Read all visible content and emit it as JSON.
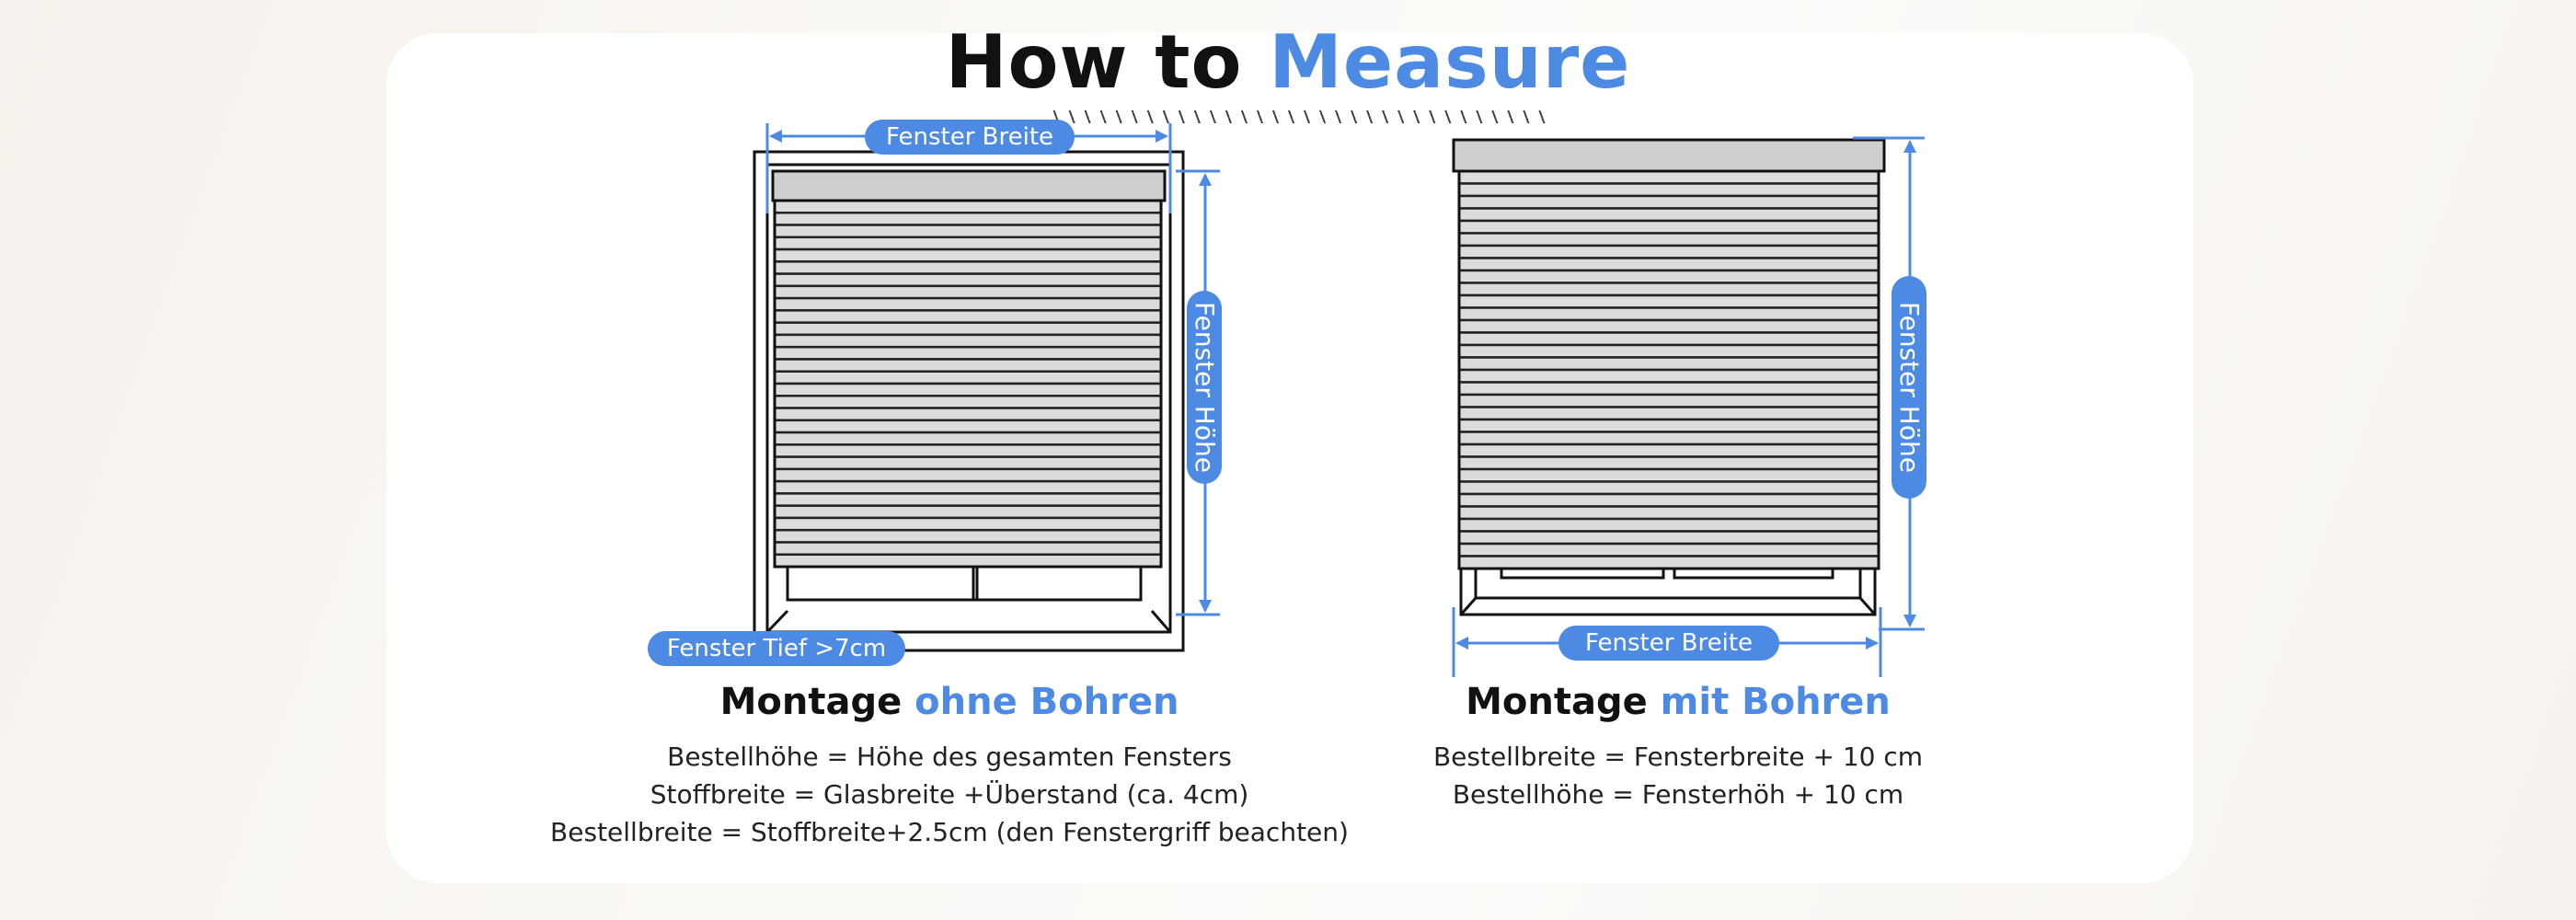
{
  "title": {
    "prefix": "How to",
    "accent": "Measure"
  },
  "left": {
    "width_label": "Fenster Breite",
    "height_label": "Fenster Höhe",
    "depth_label": "Fenster Tief >7cm",
    "subtitle_prefix": "Montage",
    "subtitle_accent": "ohne Bohren",
    "lines": [
      "Bestellhöhe = Höhe des gesamten Fensters",
      "Stoffbreite = Glasbreite +Überstand (ca. 4cm)",
      "Bestellbreite = Stoffbreite+2.5cm (den Fenstergriff beachten)"
    ]
  },
  "right": {
    "width_label": "Fenster Breite",
    "height_label": "Fenster Höhe",
    "subtitle_prefix": "Montage",
    "subtitle_accent": "mit Bohren",
    "lines": [
      "Bestellbreite = Fensterbreite + 10 cm",
      "Bestellhöhe = Fensterhöh + 10 cm"
    ]
  },
  "colors": {
    "accent": "#4d8ae3",
    "slat_dark": "#222222",
    "slat_light": "#dcdcdc",
    "cassette": "#cfcfcf"
  }
}
